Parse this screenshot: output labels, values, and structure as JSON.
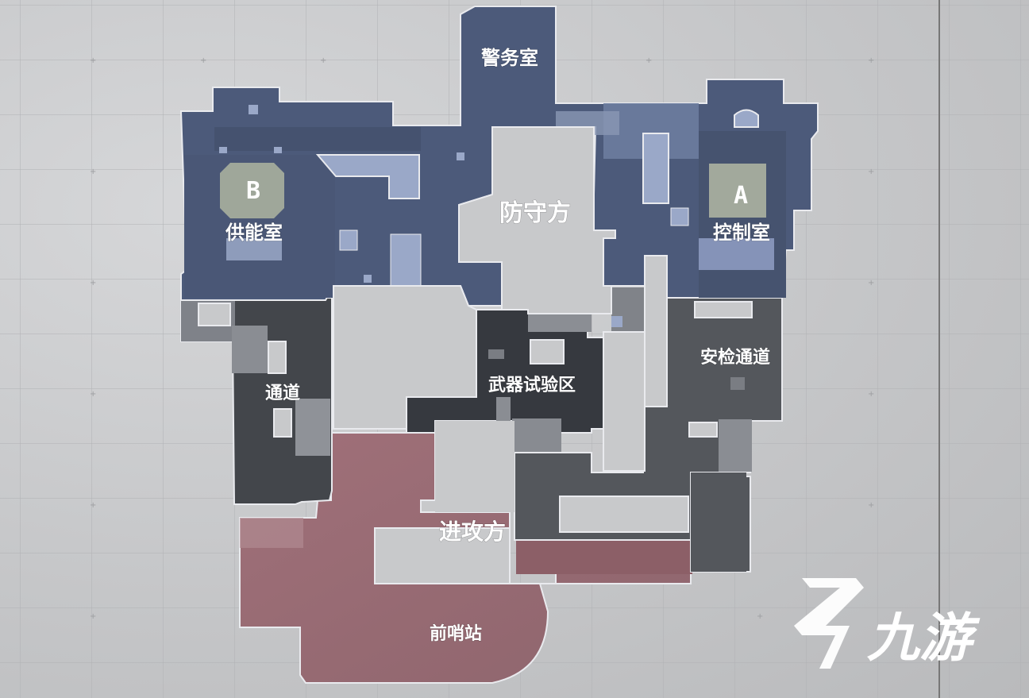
{
  "map": {
    "areas": {
      "surveillance": "警务室",
      "defender_spawn": "防守方",
      "power_room": "供能室",
      "control_room": "控制室",
      "corridor": "通道",
      "security_passage": "安检通道",
      "weapon_test_area": "武器试验区",
      "attacker_spawn": "进攻方",
      "outpost": "前哨站"
    },
    "sites": {
      "b": "B",
      "a": "A"
    }
  },
  "watermark": {
    "brand_text": "九游"
  },
  "colors": {
    "defender_zone": "#4c5a7a",
    "defender_light": "#8e9dc0",
    "mid_zone": "#414449",
    "attacker_zone": "#8c5f67",
    "attacker_light": "#a87b83",
    "outline": "#e9eaee",
    "site_pad": "#9fa79a"
  }
}
